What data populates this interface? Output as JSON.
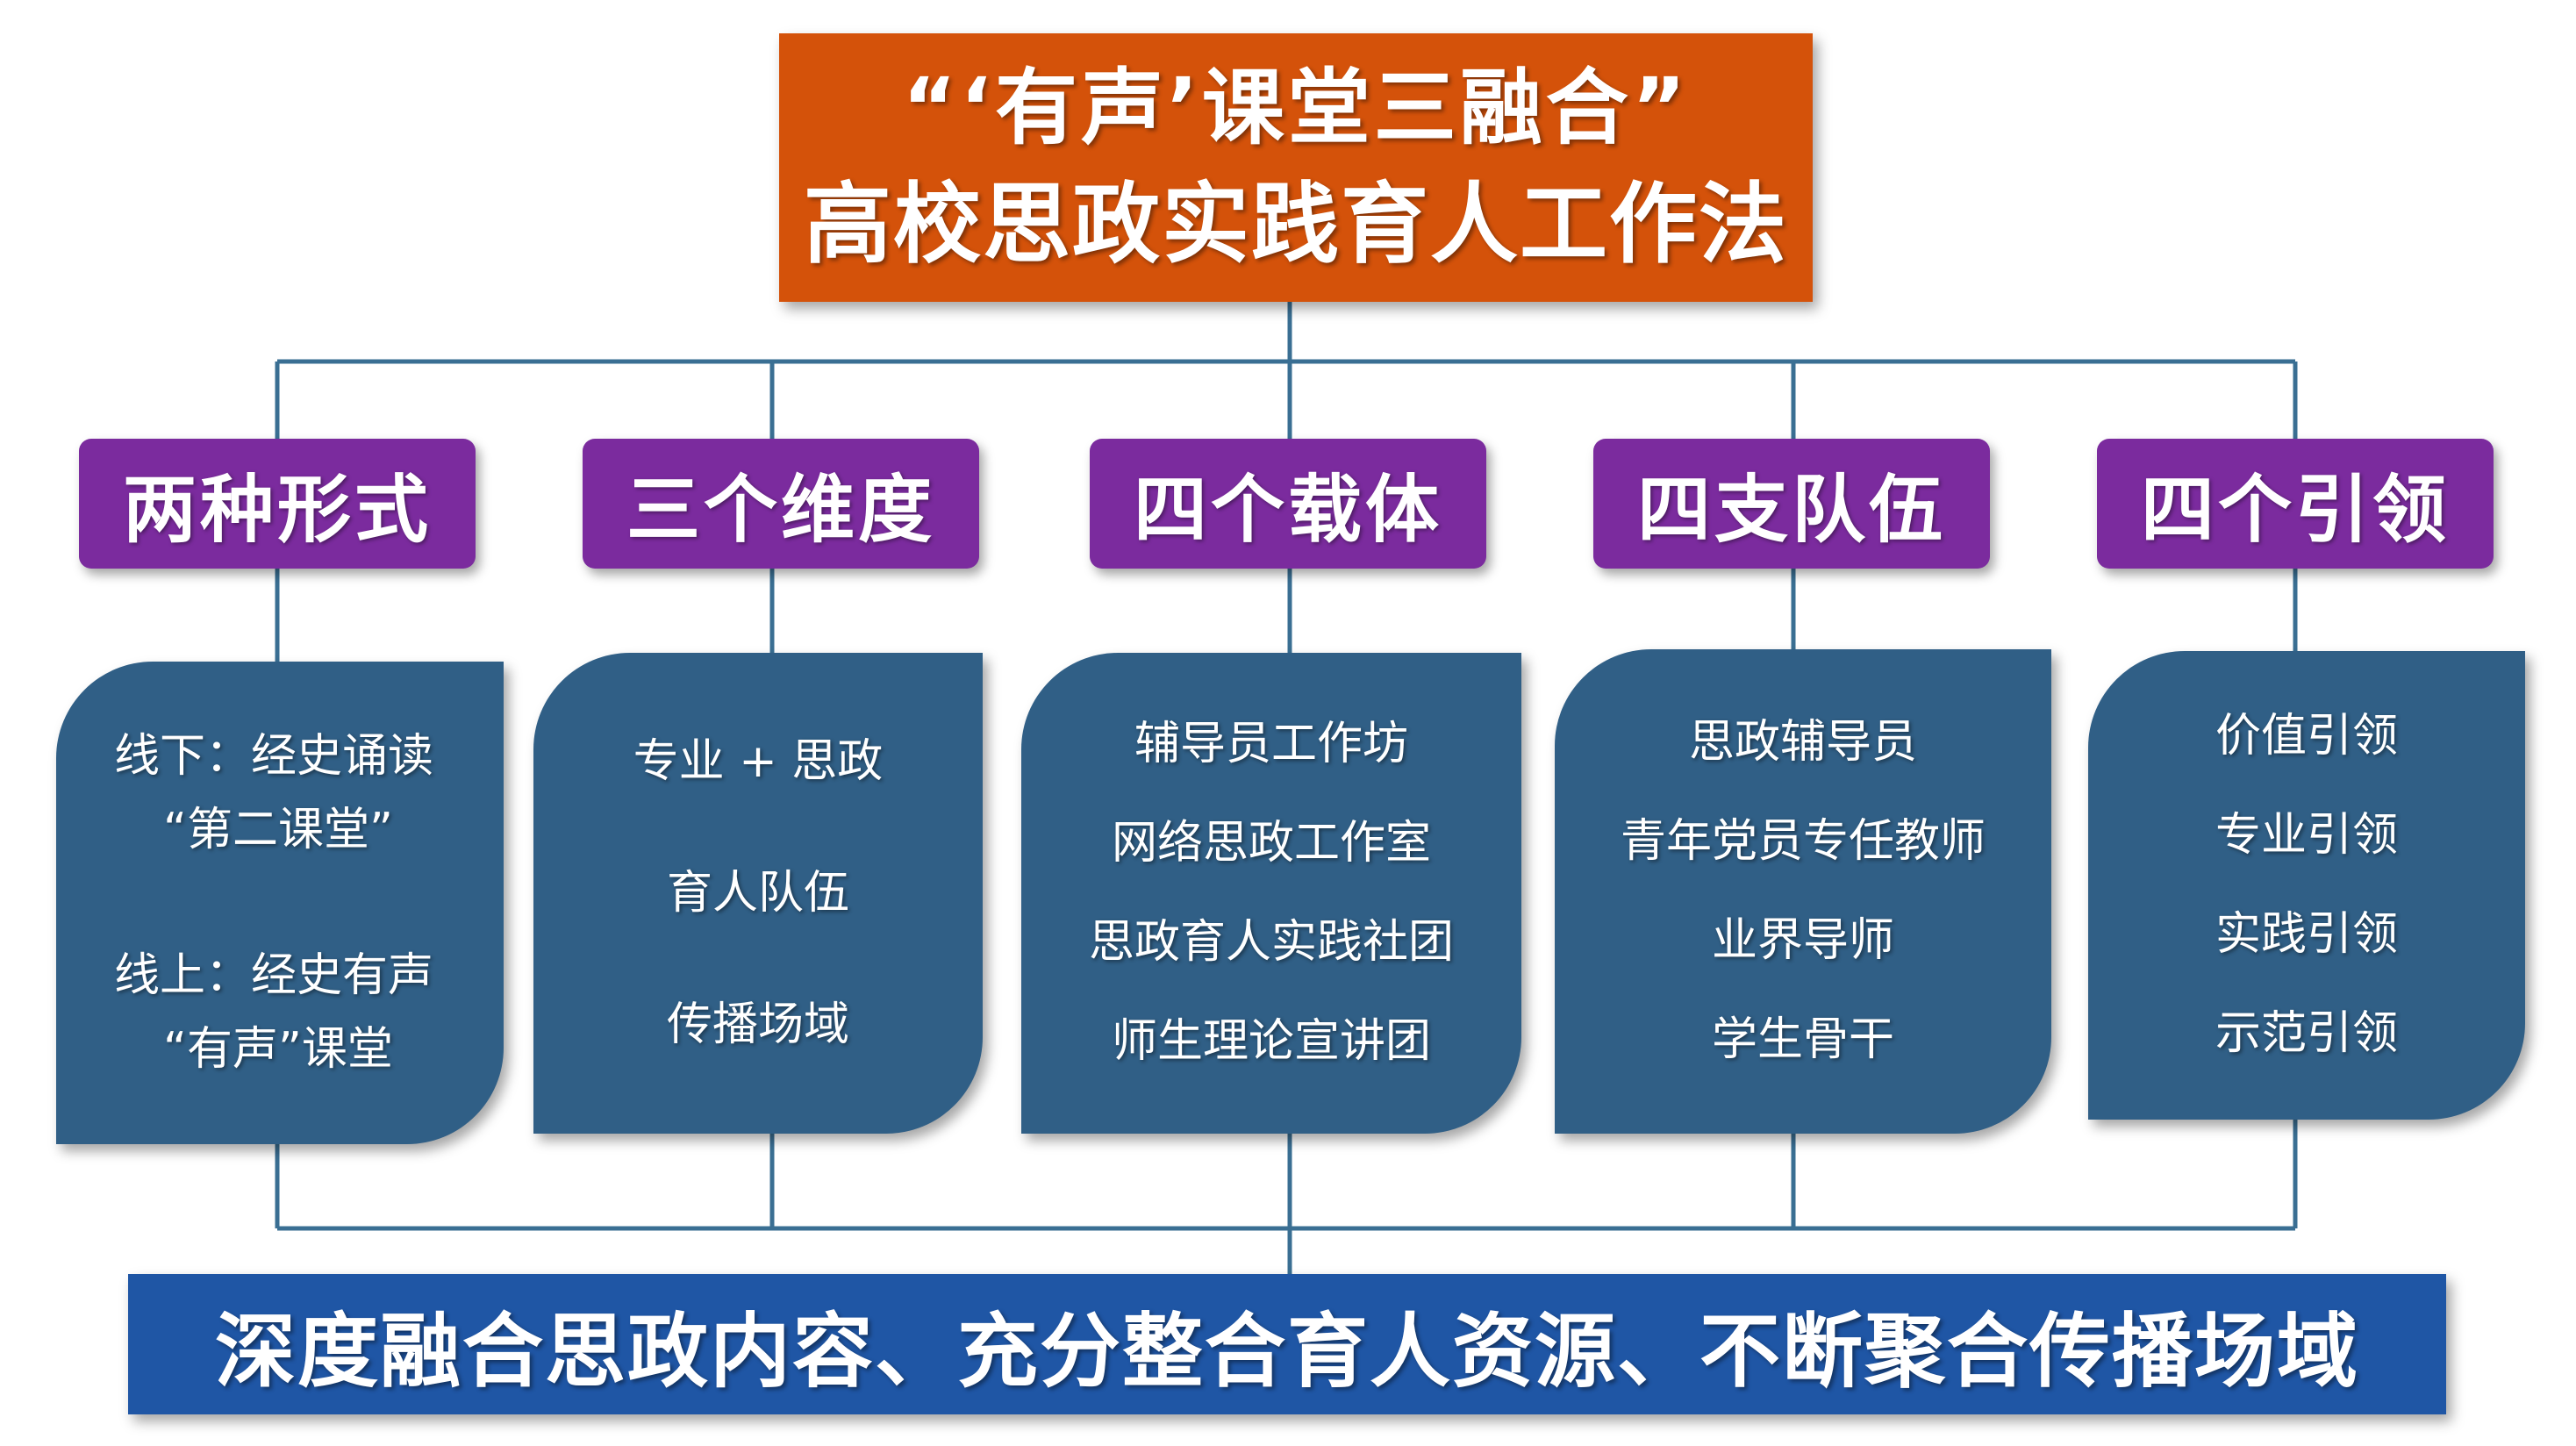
{
  "title": {
    "line1": "“‘有声’课堂三融合”",
    "line2": "高校思政实践育人工作法"
  },
  "categories": [
    {
      "label": "两种形式",
      "items": [
        "线下：经史诵读",
        "“第二课堂”",
        "线上：经史有声",
        "“有声”课堂"
      ]
    },
    {
      "label": "三个维度",
      "items": [
        "专业 + 思政",
        "育人队伍",
        "传播场域"
      ]
    },
    {
      "label": "四个载体",
      "items": [
        "辅导员工作坊",
        "网络思政工作室",
        "思政育人实践社团",
        "师生理论宣讲团"
      ]
    },
    {
      "label": "四支队伍",
      "items": [
        "思政辅导员",
        "青年党员专任教师",
        "业界导师",
        "学生骨干"
      ]
    },
    {
      "label": "四个引领",
      "items": [
        "价值引领",
        "专业引领",
        "实践引领",
        "示范引领"
      ]
    }
  ],
  "footer": "深度融合思政内容、充分整合育人资源、不断聚合传播场域",
  "colors": {
    "title_bg": "#d4520a",
    "category_bg": "#7b2b9e",
    "detail_bg": "#305f86",
    "footer_bg": "#1f56a5",
    "connector": "#3a6f93"
  }
}
